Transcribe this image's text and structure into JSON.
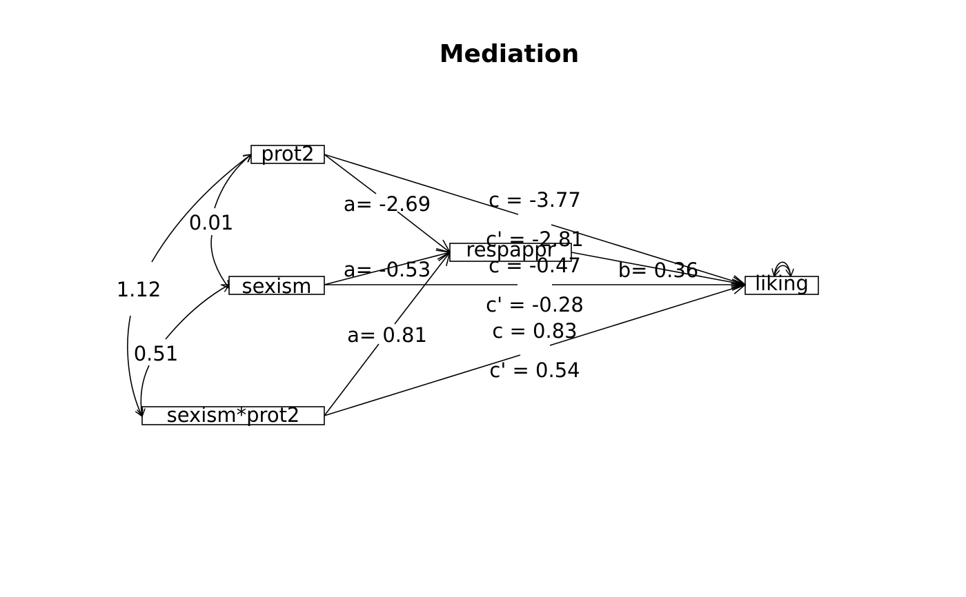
{
  "title": "Mediation",
  "nodes": {
    "prot2": "prot2",
    "sexism": "sexism",
    "interaction": "sexism*prot2",
    "mediator": "respappr",
    "outcome": "liking"
  },
  "paths": {
    "a_prot2": "a= -2.69",
    "a_sexism": "a= -0.53",
    "a_interaction": "a= 0.81",
    "b": "b= 0.36",
    "c_prot2": "c =  -3.77",
    "cprime_prot2": "c' =  -2.81",
    "c_sexism": "c =  -0.47",
    "cprime_sexism": "c' =  -0.28",
    "c_interaction": "c =  0.83",
    "cprime_interaction": "c' =  0.54"
  },
  "covariances": {
    "prot2_sexism": "0.01",
    "prot2_interaction": "1.12",
    "sexism_interaction": "0.51"
  },
  "colors": {
    "stroke": "#000000",
    "background": "#ffffff"
  }
}
